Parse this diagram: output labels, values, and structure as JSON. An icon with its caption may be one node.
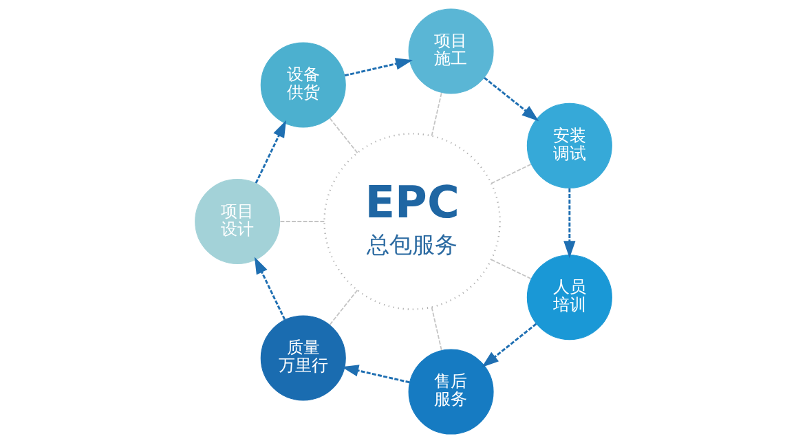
{
  "diagram": {
    "nodes": [
      {
        "text": [
          "EPC",
          "总包服务"
        ]
      },
      {
        "text": [
          "项目设计"
        ]
      },
      {
        "text": [
          "设备供货"
        ]
      },
      {
        "text": [
          "项目施工"
        ]
      },
      {
        "text": [
          "安装调试"
        ]
      },
      {
        "text": [
          "人员培训"
        ]
      },
      {
        "text": [
          "售后服务"
        ]
      },
      {
        "text": [
          "质量万里行"
        ]
      }
    ],
    "edges": [
      {
        "from": 1,
        "to": 2,
        "arrow": "to",
        "style": "dashed"
      },
      {
        "from": 2,
        "to": 3,
        "arrow": "to",
        "style": "dashed"
      },
      {
        "from": 3,
        "to": 4,
        "arrow": "to",
        "style": "dashed"
      },
      {
        "from": 4,
        "to": 5,
        "arrow": "to",
        "style": "dashed"
      },
      {
        "from": 5,
        "to": 6,
        "arrow": "to",
        "style": "dashed"
      },
      {
        "from": 6,
        "to": 7,
        "arrow": "to",
        "style": "dashed"
      },
      {
        "from": 7,
        "to": 1,
        "arrow": "to",
        "style": "dashed"
      },
      {
        "from": 0,
        "to": 1,
        "arrow": "none",
        "style": "dashed",
        "color": "#c4c4c4"
      },
      {
        "from": 0,
        "to": 2,
        "arrow": "none",
        "style": "dashed",
        "color": "#c4c4c4"
      },
      {
        "from": 0,
        "to": 3,
        "arrow": "none",
        "style": "dashed",
        "color": "#c4c4c4"
      },
      {
        "from": 0,
        "to": 4,
        "arrow": "none",
        "style": "dashed",
        "color": "#c4c4c4"
      },
      {
        "from": 0,
        "to": 5,
        "arrow": "none",
        "style": "dashed",
        "color": "#c4c4c4"
      },
      {
        "from": 0,
        "to": 6,
        "arrow": "none",
        "style": "dashed",
        "color": "#c4c4c4"
      },
      {
        "from": 0,
        "to": 7,
        "arrow": "none",
        "style": "dashed",
        "color": "#c4c4c4"
      }
    ]
  }
}
